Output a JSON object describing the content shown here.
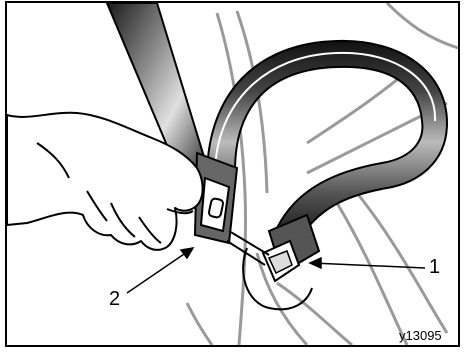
{
  "figure": {
    "image_code": "y13095",
    "callouts": [
      {
        "label": "1",
        "meaning": "buckle"
      },
      {
        "label": "2",
        "meaning": "tongue plate"
      }
    ]
  },
  "colors": {
    "line": "#000000",
    "seat_line": "#9a9a9a",
    "belt_dark": "#1a1a1a",
    "belt_light": "#d9d9d9",
    "background": "#ffffff"
  }
}
